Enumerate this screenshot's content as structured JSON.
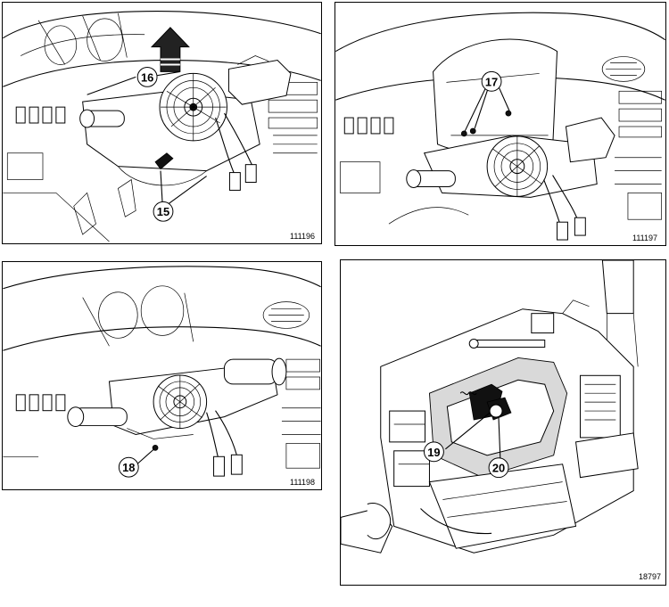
{
  "panels": [
    {
      "code": "111196",
      "callouts": [
        "16",
        "15"
      ]
    },
    {
      "code": "111197",
      "callouts": [
        "17"
      ]
    },
    {
      "code": "111198",
      "callouts": [
        "18"
      ]
    },
    {
      "code": "18797",
      "callouts": [
        "19",
        "20"
      ]
    }
  ]
}
